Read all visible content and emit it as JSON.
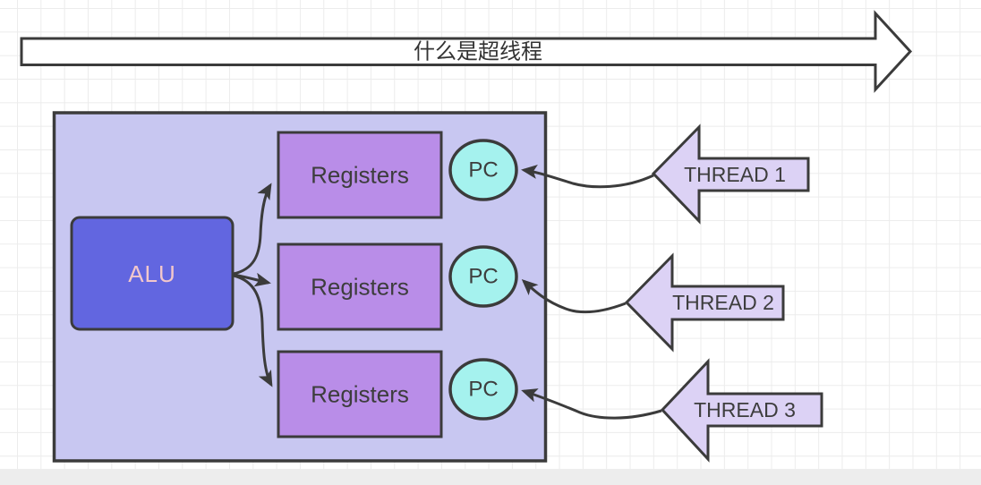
{
  "banner": {
    "label": "什么是超线程"
  },
  "cpu_block": {
    "alu": {
      "label": "ALU"
    },
    "registers": [
      {
        "label": "Registers"
      },
      {
        "label": "Registers"
      },
      {
        "label": "Registers"
      }
    ],
    "program_counters": [
      {
        "label": "PC"
      },
      {
        "label": "PC"
      },
      {
        "label": "PC"
      }
    ]
  },
  "threads": [
    {
      "label": "THREAD 1"
    },
    {
      "label": "THREAD 2"
    },
    {
      "label": "THREAD 3"
    }
  ],
  "colors": {
    "outline": "#3b3b3b",
    "banner_fill": "#ffffff",
    "cpu_fill": "#c8c7f1",
    "alu_fill": "#6266e0",
    "alu_text": "#f2c7cb",
    "register_fill": "#b98de8",
    "pc_fill": "#a5f2ee",
    "thread_fill": "#dcd2f5",
    "label_text": "#3d3d3d",
    "grid_line": "#ececec",
    "bottom_bar": "#ededed"
  }
}
